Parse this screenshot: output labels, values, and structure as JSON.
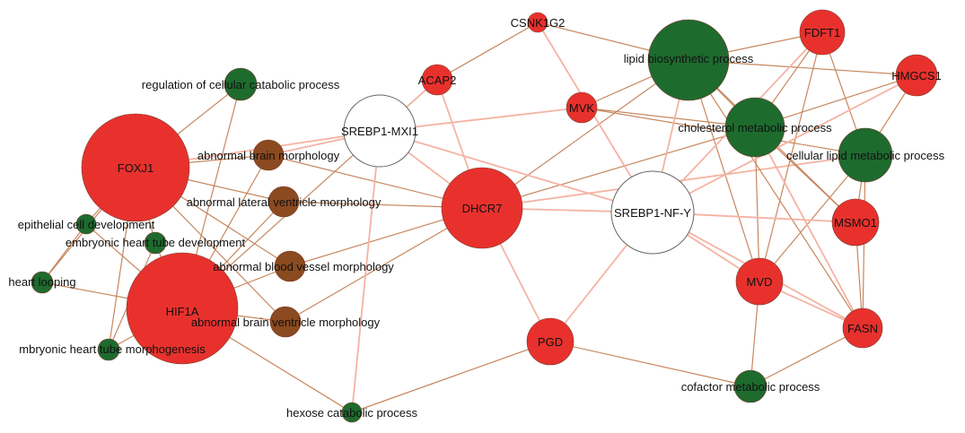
{
  "colors": {
    "gene": "#e8312d",
    "go_term": "#1e6b2e",
    "phenotype": "#8b4a1f",
    "regulator": "#ffffff",
    "regulator_stroke": "#666666",
    "edge_dark": "#c7875f",
    "edge_light": "#f5b3a3",
    "node_stroke": "#7a3a2a"
  },
  "nodes": [
    {
      "id": "FOXJ1",
      "label": "FOXJ1",
      "kind": "gene"
    },
    {
      "id": "HIF1A",
      "label": "HIF1A",
      "kind": "gene"
    },
    {
      "id": "DHCR7",
      "label": "DHCR7",
      "kind": "gene"
    },
    {
      "id": "ACAP2",
      "label": "ACAP2",
      "kind": "gene"
    },
    {
      "id": "CSNK1G2",
      "label": "CSNK1G2",
      "kind": "gene"
    },
    {
      "id": "MVK",
      "label": "MVK",
      "kind": "gene"
    },
    {
      "id": "FDFT1",
      "label": "FDFT1",
      "kind": "gene"
    },
    {
      "id": "HMGCS1",
      "label": "HMGCS1",
      "kind": "gene"
    },
    {
      "id": "MSMO1",
      "label": "MSMO1",
      "kind": "gene"
    },
    {
      "id": "MVD",
      "label": "MVD",
      "kind": "gene"
    },
    {
      "id": "FASN",
      "label": "FASN",
      "kind": "gene"
    },
    {
      "id": "PGD",
      "label": "PGD",
      "kind": "gene"
    },
    {
      "id": "SREBP1_MXI1",
      "label": "SREBP1-MXI1",
      "kind": "regulator"
    },
    {
      "id": "SREBP1_NFY",
      "label": "SREBP1-NF-Y",
      "kind": "regulator"
    },
    {
      "id": "lipid_bio",
      "label": "lipid biosynthetic process",
      "kind": "go_term"
    },
    {
      "id": "chol_met",
      "label": "cholesterol metabolic process",
      "kind": "go_term"
    },
    {
      "id": "cell_lipid",
      "label": "cellular lipid metabolic process",
      "kind": "go_term"
    },
    {
      "id": "cofactor",
      "label": "cofactor metabolic process",
      "kind": "go_term"
    },
    {
      "id": "hexose",
      "label": "hexose catabolic process",
      "kind": "go_term"
    },
    {
      "id": "reg_cat",
      "label": "regulation of cellular catabolic process",
      "kind": "go_term"
    },
    {
      "id": "epi_dev",
      "label": "epithelial cell development",
      "kind": "go_term"
    },
    {
      "id": "emb_tube_dev",
      "label": "embryonic heart tube development",
      "kind": "go_term"
    },
    {
      "id": "heart_loop",
      "label": "heart looping",
      "kind": "go_term"
    },
    {
      "id": "emb_tube_morph",
      "label": "mbryonic heart tube morphogenesis",
      "kind": "go_term"
    },
    {
      "id": "brain_morph",
      "label": "abnormal brain morphology",
      "kind": "phenotype"
    },
    {
      "id": "lat_vent",
      "label": "abnormal lateral ventricle morphology",
      "kind": "phenotype"
    },
    {
      "id": "blood_vessel",
      "label": "abnormal blood vessel morphology",
      "kind": "phenotype"
    },
    {
      "id": "brain_vent",
      "label": "abnormal brain ventricle morphology",
      "kind": "phenotype"
    }
  ],
  "edges": [
    [
      "FOXJ1",
      "reg_cat",
      "dark"
    ],
    [
      "FOXJ1",
      "brain_morph",
      "dark"
    ],
    [
      "FOXJ1",
      "lat_vent",
      "dark"
    ],
    [
      "FOXJ1",
      "blood_vessel",
      "dark"
    ],
    [
      "FOXJ1",
      "brain_vent",
      "dark"
    ],
    [
      "FOXJ1",
      "epi_dev",
      "dark"
    ],
    [
      "FOXJ1",
      "emb_tube_dev",
      "dark"
    ],
    [
      "FOXJ1",
      "heart_loop",
      "dark"
    ],
    [
      "FOXJ1",
      "emb_tube_morph",
      "dark"
    ],
    [
      "FOXJ1",
      "SREBP1_MXI1",
      "light"
    ],
    [
      "HIF1A",
      "reg_cat",
      "dark"
    ],
    [
      "HIF1A",
      "brain_morph",
      "dark"
    ],
    [
      "HIF1A",
      "lat_vent",
      "dark"
    ],
    [
      "HIF1A",
      "blood_vessel",
      "dark"
    ],
    [
      "HIF1A",
      "brain_vent",
      "dark"
    ],
    [
      "HIF1A",
      "heart_loop",
      "dark"
    ],
    [
      "HIF1A",
      "emb_tube_dev",
      "dark"
    ],
    [
      "HIF1A",
      "emb_tube_morph",
      "dark"
    ],
    [
      "HIF1A",
      "hexose",
      "dark"
    ],
    [
      "HIF1A",
      "ACAP2",
      "dark"
    ],
    [
      "HIF1A",
      "epi_dev",
      "dark"
    ],
    [
      "epi_dev",
      "heart_loop",
      "dark"
    ],
    [
      "emb_tube_dev",
      "emb_tube_morph",
      "dark"
    ],
    [
      "DHCR7",
      "brain_morph",
      "dark"
    ],
    [
      "DHCR7",
      "lat_vent",
      "dark"
    ],
    [
      "DHCR7",
      "blood_vessel",
      "dark"
    ],
    [
      "DHCR7",
      "brain_vent",
      "dark"
    ],
    [
      "DHCR7",
      "lipid_bio",
      "dark"
    ],
    [
      "DHCR7",
      "chol_met",
      "dark"
    ],
    [
      "DHCR7",
      "SREBP1_MXI1",
      "light"
    ],
    [
      "DHCR7",
      "SREBP1_NFY",
      "light"
    ],
    [
      "DHCR7",
      "PGD",
      "light"
    ],
    [
      "DHCR7",
      "ACAP2",
      "light"
    ],
    [
      "DHCR7",
      "cell_lipid",
      "light"
    ],
    [
      "SREBP1_MXI1",
      "ACAP2",
      "light"
    ],
    [
      "SREBP1_MXI1",
      "MVK",
      "light"
    ],
    [
      "SREBP1_MXI1",
      "SREBP1_NFY",
      "light"
    ],
    [
      "SREBP1_MXI1",
      "brain_morph",
      "light"
    ],
    [
      "SREBP1_MXI1",
      "hexose",
      "light"
    ],
    [
      "ACAP2",
      "CSNK1G2",
      "dark"
    ],
    [
      "CSNK1G2",
      "lipid_bio",
      "dark"
    ],
    [
      "CSNK1G2",
      "SREBP1_NFY",
      "light"
    ],
    [
      "MVK",
      "lipid_bio",
      "dark"
    ],
    [
      "MVK",
      "chol_met",
      "dark"
    ],
    [
      "MVK",
      "cell_lipid",
      "dark"
    ],
    [
      "FDFT1",
      "lipid_bio",
      "dark"
    ],
    [
      "FDFT1",
      "chol_met",
      "dark"
    ],
    [
      "FDFT1",
      "cell_lipid",
      "dark"
    ],
    [
      "FDFT1",
      "MVD",
      "dark"
    ],
    [
      "HMGCS1",
      "lipid_bio",
      "dark"
    ],
    [
      "HMGCS1",
      "chol_met",
      "dark"
    ],
    [
      "HMGCS1",
      "cell_lipid",
      "dark"
    ],
    [
      "MSMO1",
      "chol_met",
      "dark"
    ],
    [
      "MSMO1",
      "cell_lipid",
      "dark"
    ],
    [
      "MSMO1",
      "lipid_bio",
      "dark"
    ],
    [
      "MSMO1",
      "FASN",
      "dark"
    ],
    [
      "MVD",
      "lipid_bio",
      "dark"
    ],
    [
      "MVD",
      "chol_met",
      "dark"
    ],
    [
      "MVD",
      "cell_lipid",
      "dark"
    ],
    [
      "MVD",
      "cofactor",
      "dark"
    ],
    [
      "FASN",
      "lipid_bio",
      "dark"
    ],
    [
      "FASN",
      "cell_lipid",
      "dark"
    ],
    [
      "FASN",
      "cofactor",
      "dark"
    ],
    [
      "FASN",
      "chol_met",
      "dark"
    ],
    [
      "PGD",
      "hexose",
      "dark"
    ],
    [
      "PGD",
      "cofactor",
      "dark"
    ],
    [
      "PGD",
      "SREBP1_NFY",
      "light"
    ],
    [
      "SREBP1_NFY",
      "lipid_bio",
      "light"
    ],
    [
      "SREBP1_NFY",
      "MSMO1",
      "light"
    ],
    [
      "SREBP1_NFY",
      "MVD",
      "light"
    ],
    [
      "SREBP1_NFY",
      "FASN",
      "light"
    ],
    [
      "SREBP1_NFY",
      "FDFT1",
      "light"
    ],
    [
      "SREBP1_NFY",
      "HMGCS1",
      "light"
    ],
    [
      "MVD",
      "FASN",
      "light"
    ],
    [
      "chol_met",
      "FASN",
      "light"
    ],
    [
      "lipid_bio",
      "chol_met",
      "dark"
    ]
  ]
}
